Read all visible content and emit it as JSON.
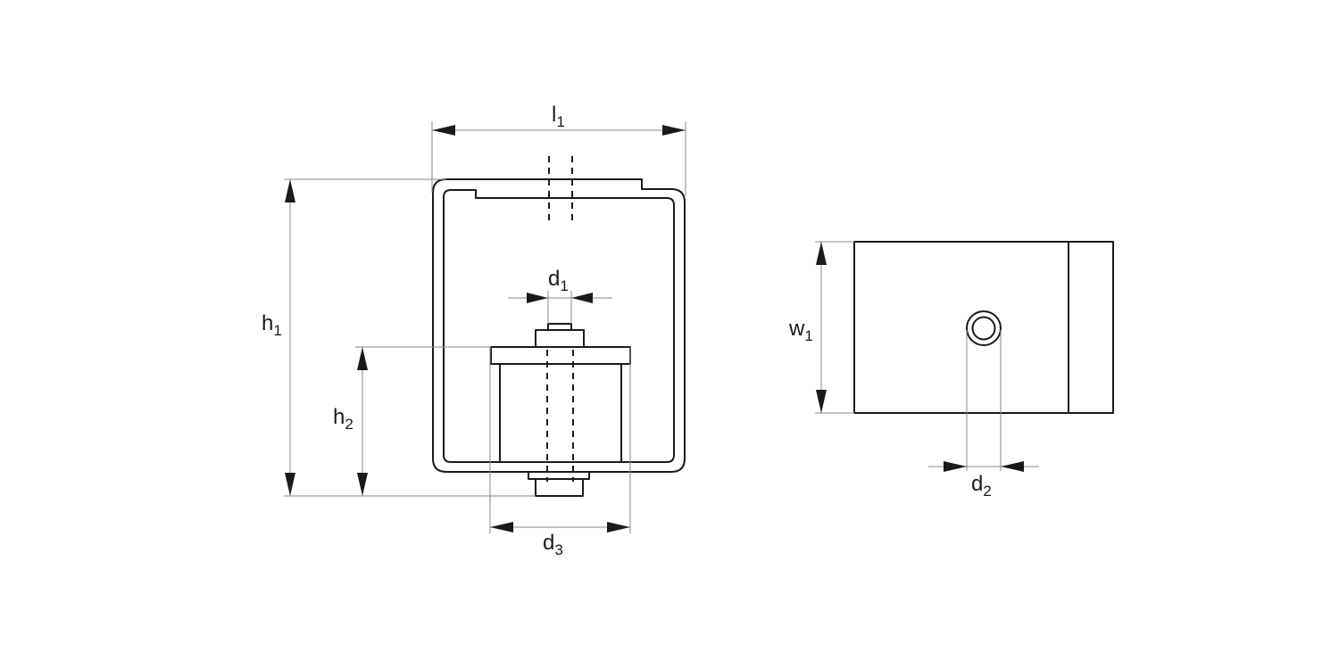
{
  "drawing": {
    "views": [
      "front-view",
      "top-view"
    ],
    "line_color": "#1a1a1a",
    "dimension_color": "#8a8a8a"
  },
  "dimensions": {
    "l1": {
      "symbol": "l",
      "index": "1"
    },
    "h1": {
      "symbol": "h",
      "index": "1"
    },
    "h2": {
      "symbol": "h",
      "index": "2"
    },
    "d1": {
      "symbol": "d",
      "index": "1"
    },
    "d2": {
      "symbol": "d",
      "index": "2"
    },
    "d3": {
      "symbol": "d",
      "index": "3"
    },
    "w1": {
      "symbol": "w",
      "index": "1"
    }
  }
}
